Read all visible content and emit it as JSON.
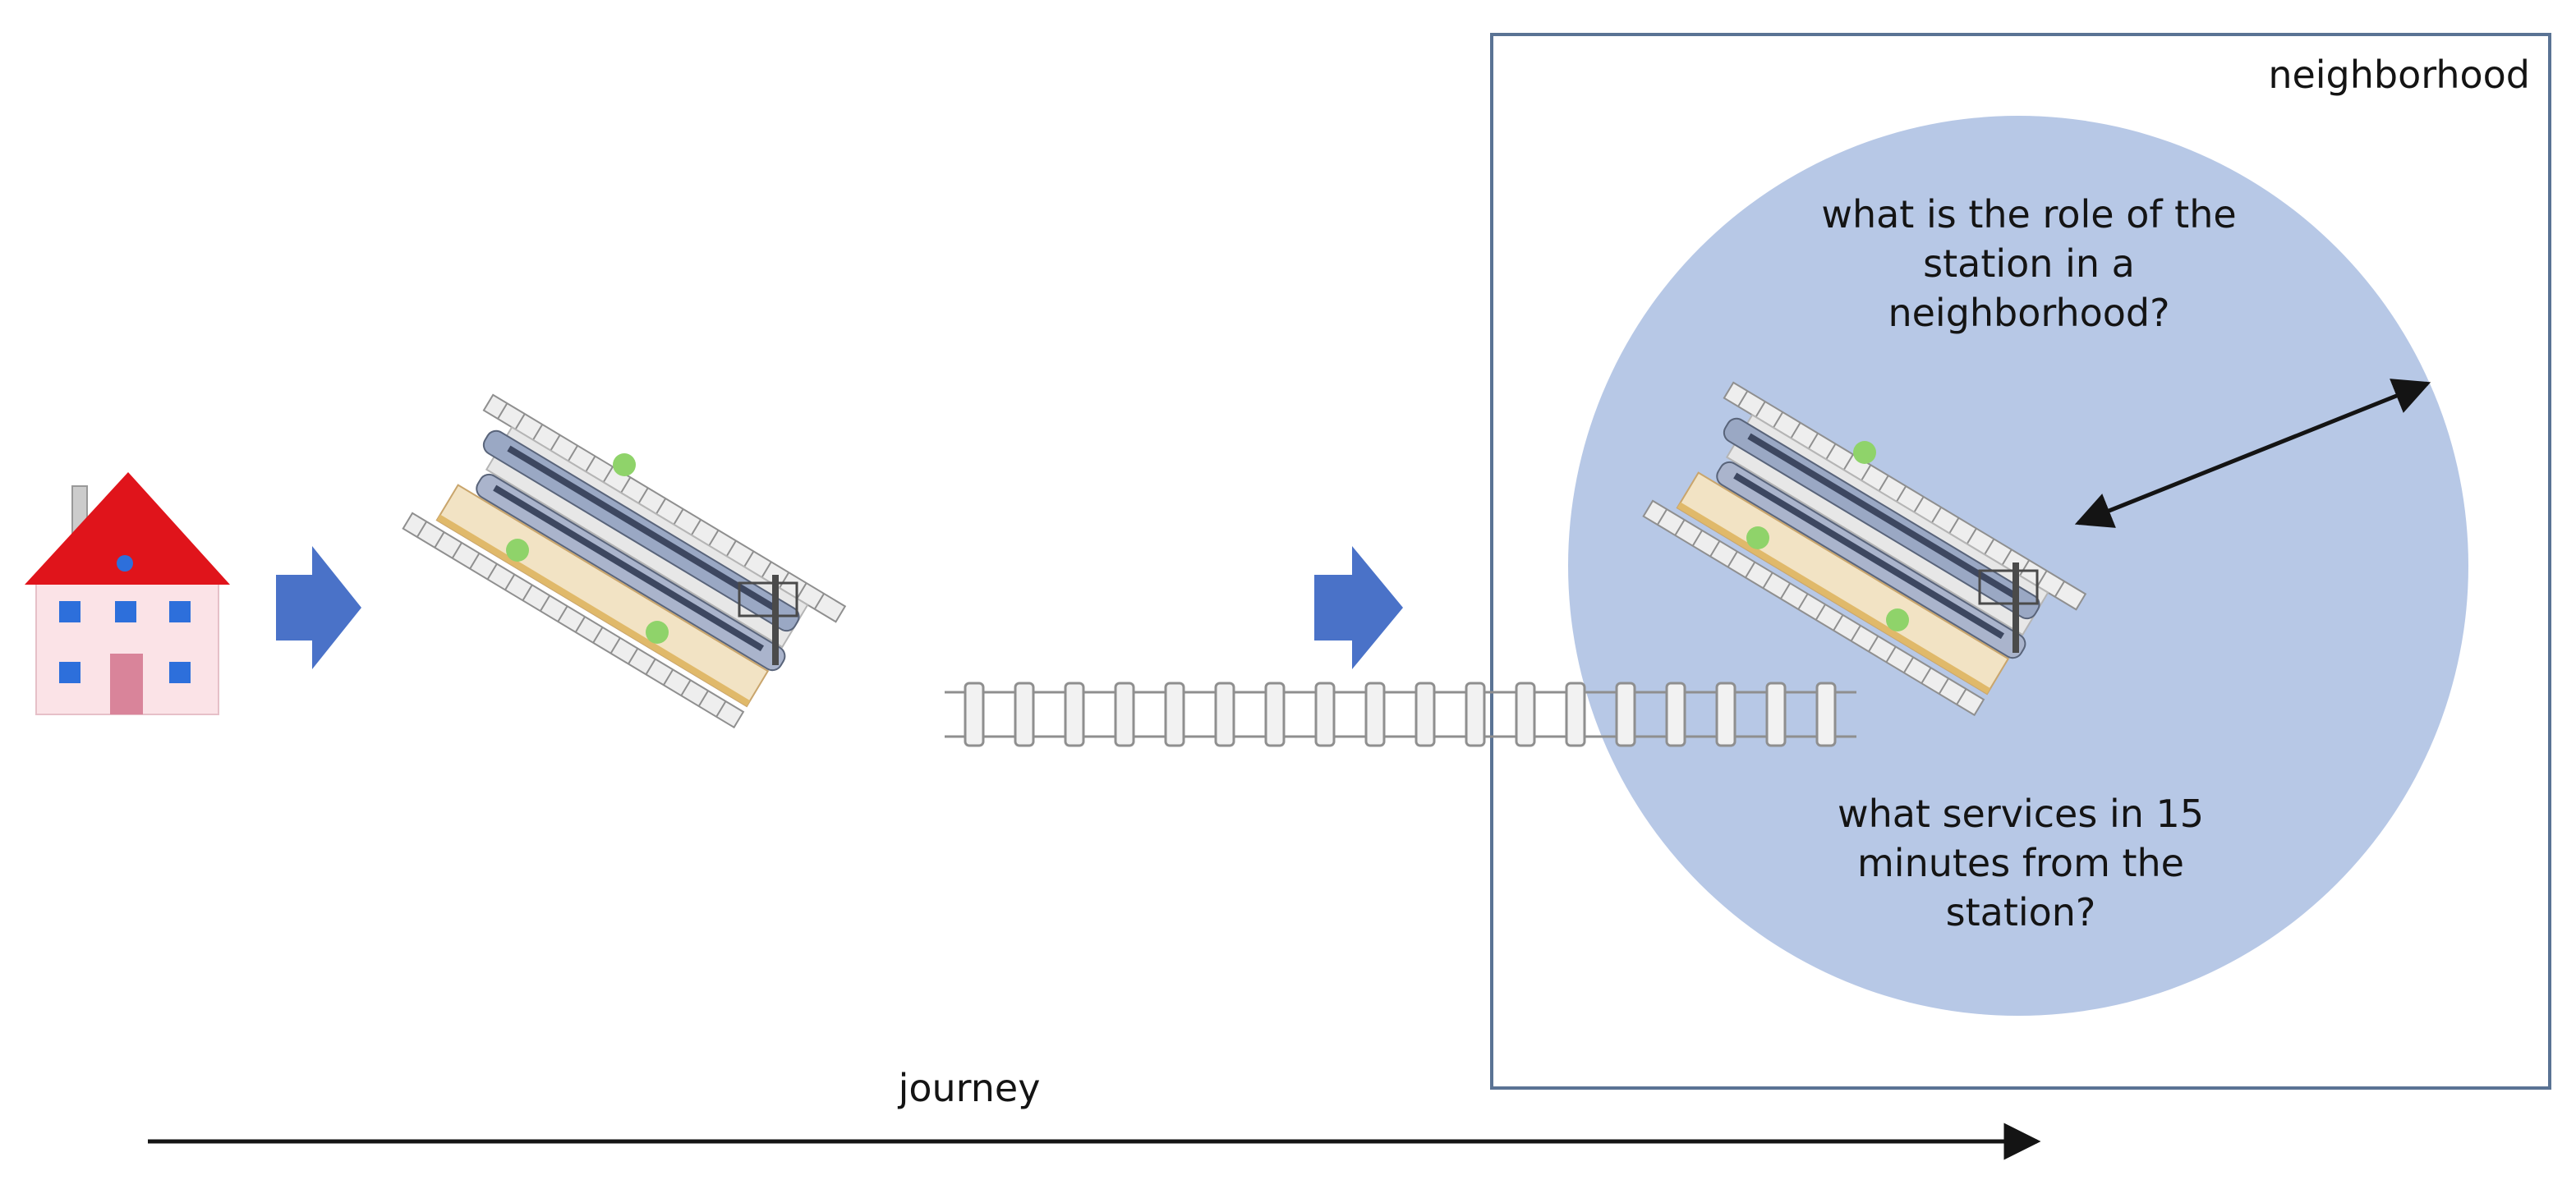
{
  "labels": {
    "neighborhood": "neighborhood",
    "question_role": [
      "what is the role of the",
      "station in a",
      "neighborhood?"
    ],
    "question_services": [
      "what services in 15",
      "minutes from the",
      "station?"
    ],
    "journey": "journey"
  },
  "icons": [
    "house-icon",
    "forward-arrow-icon",
    "train-station-icon",
    "railway-track-icon",
    "double-headed-arrow-icon",
    "journey-arrow-icon"
  ],
  "colors": {
    "neighborhood_border": "#5a7394",
    "circle_fill": "#b7c8e6",
    "forward_arrow": "#4a72c8",
    "house_roof": "#e0141b",
    "house_wall": "#fbe3e7",
    "house_window": "#2d6fdb",
    "house_door": "#d9849a",
    "line": "#141414"
  }
}
